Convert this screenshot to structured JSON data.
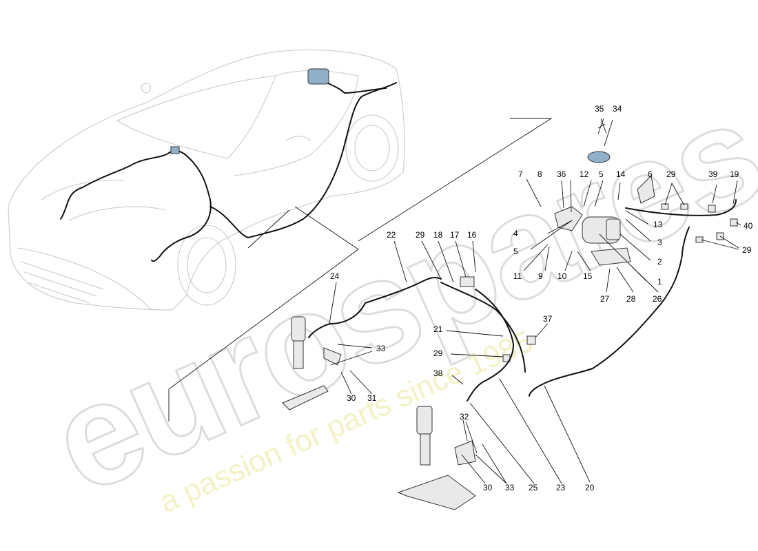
{
  "watermark": {
    "brand": "eurospares",
    "tagline": "a passion for parts since 1985"
  },
  "callouts": [
    {
      "id": "c35",
      "text": "35"
    },
    {
      "id": "c34",
      "text": "34"
    },
    {
      "id": "c7",
      "text": "7"
    },
    {
      "id": "c8",
      "text": "8"
    },
    {
      "id": "c36",
      "text": "36"
    },
    {
      "id": "c12",
      "text": "12"
    },
    {
      "id": "c5a",
      "text": "5"
    },
    {
      "id": "c14",
      "text": "14"
    },
    {
      "id": "c6",
      "text": "6"
    },
    {
      "id": "c29a",
      "text": "29"
    },
    {
      "id": "c39",
      "text": "39"
    },
    {
      "id": "c19",
      "text": "19"
    },
    {
      "id": "c4",
      "text": "4"
    },
    {
      "id": "c13",
      "text": "13"
    },
    {
      "id": "c40",
      "text": "40"
    },
    {
      "id": "c3",
      "text": "3"
    },
    {
      "id": "c29b",
      "text": "29"
    },
    {
      "id": "c5b",
      "text": "5"
    },
    {
      "id": "c2",
      "text": "2"
    },
    {
      "id": "c11",
      "text": "11"
    },
    {
      "id": "c9",
      "text": "9"
    },
    {
      "id": "c10",
      "text": "10"
    },
    {
      "id": "c15",
      "text": "15"
    },
    {
      "id": "c1",
      "text": "1"
    },
    {
      "id": "c27",
      "text": "27"
    },
    {
      "id": "c28",
      "text": "28"
    },
    {
      "id": "c26",
      "text": "26"
    },
    {
      "id": "c22",
      "text": "22"
    },
    {
      "id": "c29c",
      "text": "29"
    },
    {
      "id": "c18",
      "text": "18"
    },
    {
      "id": "c17",
      "text": "17"
    },
    {
      "id": "c16",
      "text": "16"
    },
    {
      "id": "c24",
      "text": "24"
    },
    {
      "id": "c37",
      "text": "37"
    },
    {
      "id": "c21",
      "text": "21"
    },
    {
      "id": "c33a",
      "text": "33"
    },
    {
      "id": "c29d",
      "text": "29"
    },
    {
      "id": "c30a",
      "text": "30"
    },
    {
      "id": "c31",
      "text": "31"
    },
    {
      "id": "c38",
      "text": "38"
    },
    {
      "id": "c32",
      "text": "32"
    },
    {
      "id": "c30b",
      "text": "30"
    },
    {
      "id": "c33b",
      "text": "33"
    },
    {
      "id": "c25",
      "text": "25"
    },
    {
      "id": "c23",
      "text": "23"
    },
    {
      "id": "c20",
      "text": "20"
    }
  ]
}
